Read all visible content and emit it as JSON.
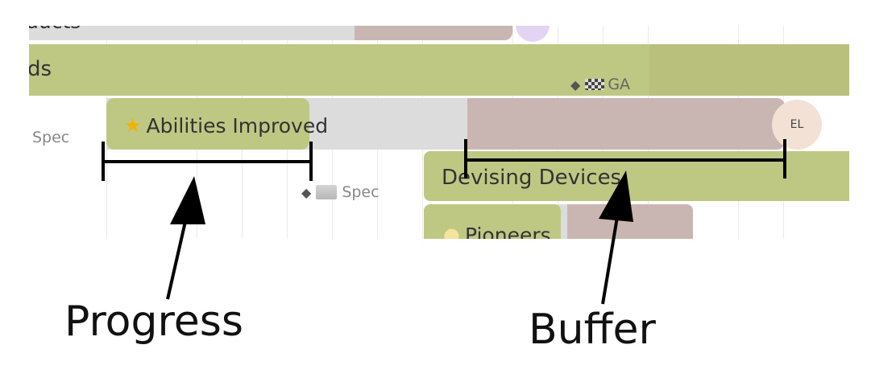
{
  "timeline": {
    "bars": {
      "top_partial_label": "ducts",
      "long_green_label": "ds",
      "abilities_label": "Abilities Improved",
      "devising_label": "Devising Devices",
      "pioneers_label": "Pioneers"
    },
    "milestones": {
      "ga_label": "GA",
      "spec_left_label": "Spec",
      "spec_mid_label": "Spec"
    },
    "avatar_initials": "EL",
    "icons": {
      "abilities": "star-icon",
      "pioneers": "lightbulb-icon",
      "ga": "checkered-flag-icon",
      "spec": "document-icon",
      "milestone_marker": "diamond-icon"
    }
  },
  "annotations": {
    "progress_label": "Progress",
    "buffer_label": "Buffer"
  },
  "colors": {
    "green_bar": "#bfc882",
    "track": "#dcdcdc",
    "buffer": "#c9b5b2",
    "avatar_purple": "#e4d4f4",
    "avatar_peach": "#f3e1d6"
  }
}
